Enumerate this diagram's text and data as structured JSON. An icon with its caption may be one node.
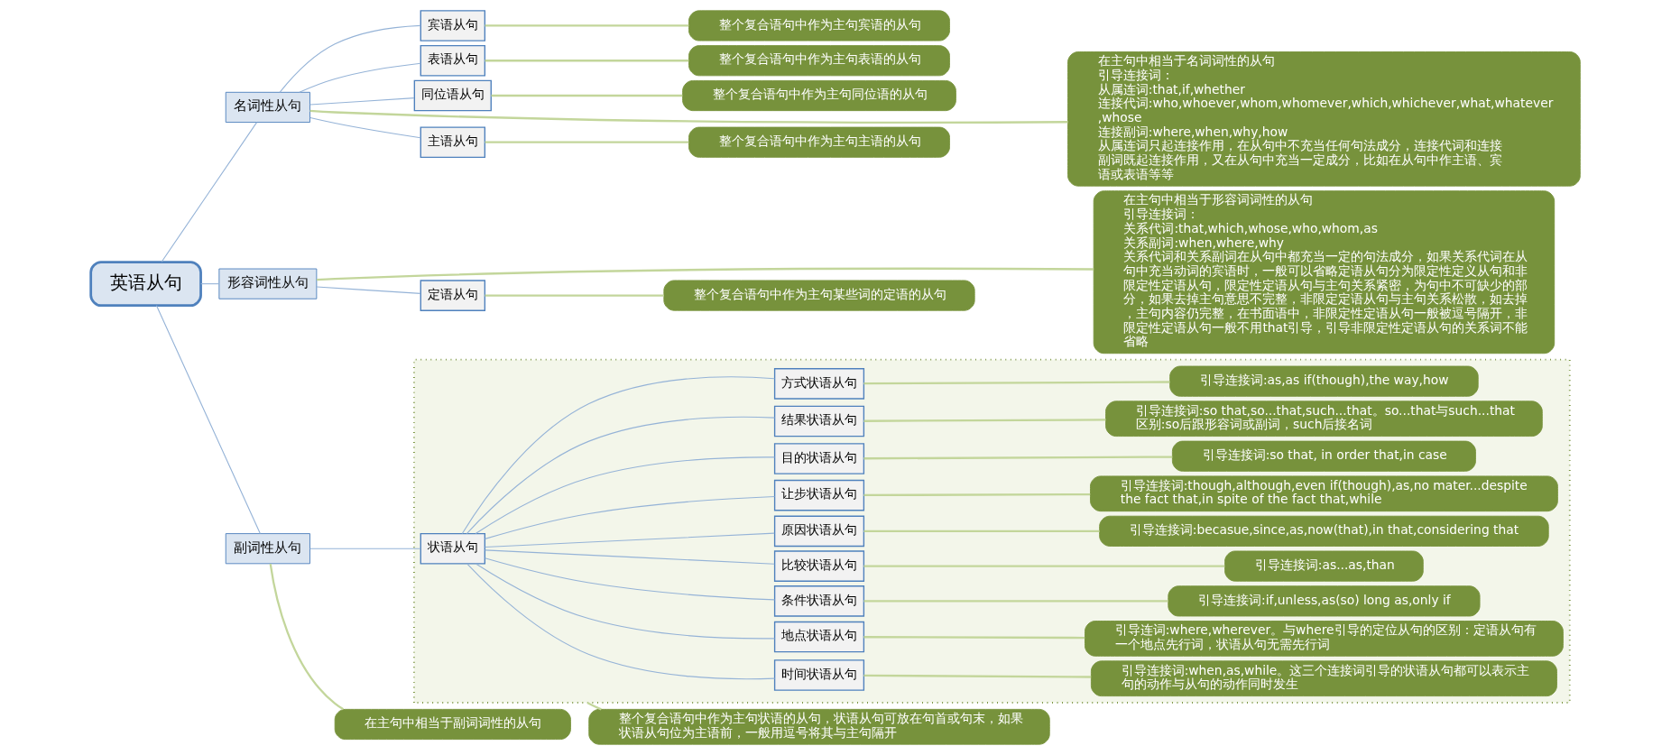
{
  "diagram": {
    "nodes": [
      {
        "text": [
          "英语从句"
        ]
      },
      {
        "text": [
          "名词性从句"
        ]
      },
      {
        "text": [
          "主语从句"
        ]
      },
      {
        "text": [
          "宾语从句"
        ]
      },
      {
        "text": [
          "表语从句"
        ]
      },
      {
        "text": [
          "同位语从句"
        ]
      },
      {
        "text": [
          "整个复合语句中作为主句主语的从句"
        ]
      },
      {
        "text": [
          "整个复合语句中作为主句宾语的从句"
        ]
      },
      {
        "text": [
          "整个复合语句中作为主句表语的从句"
        ]
      },
      {
        "text": [
          "整个复合语句中作为主句同位语的从句"
        ]
      },
      {
        "text": [
          "在主句中相当于名词词性的从句",
          "引导连接词：",
          "从属连词:that,if,whether",
          "连接代词:who,whoever,whom,whomever,which,whichever,what,whatever,whose",
          "连接副词:where,when,why,how",
          "从属连词只起连接作用，在从句中不充当任何句法成分，连接代词和连接副词既起连接作用，又在从句中充当一定成分，比如在从句中作主语、宾语或表语等等"
        ]
      },
      {
        "text": [
          "形容词性从句"
        ]
      },
      {
        "text": [
          "定语从句"
        ]
      },
      {
        "text": [
          "整个复合语句中作为主句某些词的定语的从句"
        ]
      },
      {
        "text": [
          "在主句中相当于形容词词性的从句",
          "引导连接词：",
          "关系代词:that,which,whose,who,whom,as",
          "关系副词:when,where,why",
          "关系代词和关系副词在从句中都充当一定的句法成分，如果关系代词在从句中充当动词的宾语时，一般可以省略定语从句分为限定性定义从句和非限定性定语从句，限定性定语从句与主句关系紧密，为句中不可缺少的部分，如果去掉主句意思不完整，非限定定语从句与主句关系松散，如去掉，主句内容仍完整，在书面语中，非限定性定语从句一般被逗号隔开，非限定性定语从句一般不用that引导，引导非限定性定语从句的关系词不能省略"
        ]
      },
      {
        "text": [
          "副词性从句"
        ]
      },
      {
        "text": [],
        "shape": "box"
      },
      {
        "text": [
          "状语从句"
        ],
        "in": 16
      },
      {
        "text": [
          "时间状语从句"
        ],
        "in": 16
      },
      {
        "text": [
          "地点状语从句"
        ],
        "in": 16
      },
      {
        "text": [
          "条件状语从句"
        ],
        "in": 16
      },
      {
        "text": [
          "比较状语从句"
        ],
        "in": 16
      },
      {
        "text": [
          "原因状语从句"
        ],
        "in": 16
      },
      {
        "text": [
          "让步状语从句"
        ],
        "in": 16
      },
      {
        "text": [
          "目的状语从句"
        ],
        "in": 16
      },
      {
        "text": [
          "结果状语从句"
        ],
        "in": 16
      },
      {
        "text": [
          "方式状语从句"
        ],
        "in": 16
      },
      {
        "text": [
          "引导连接词:when,as,while。这三个连接词引导的状语从句都可以表示主句的动作与从句的动作同时发生"
        ],
        "in": 16
      },
      {
        "text": [
          "引导连词:where,wherever。与where引导的定位从句的区别：定语从句有一个地点先行词，状语从句无需先行词"
        ],
        "in": 16
      },
      {
        "text": [
          "引导连接词:if,unless,as(so) long as,only if"
        ],
        "in": 16
      },
      {
        "text": [
          "引导连接词:as...as,than"
        ],
        "in": 16
      },
      {
        "text": [
          "引导连接词:becasue,since,as,now(that),in that,considering that"
        ],
        "in": 16
      },
      {
        "text": [
          "引导连接词:though,although,even if(though),as,no mater...despite the fact that,in spite of the fact that,while"
        ],
        "in": 16
      },
      {
        "text": [
          "引导连接词:so that, in order that,in case"
        ],
        "in": 16
      },
      {
        "text": [
          "引导连接词:so that,so...that,such...that。so...that与such...that区别:so后跟形容词或副词，such后接名词"
        ],
        "in": 16
      },
      {
        "text": [
          "引导连接词:as,as if(though),the way,how"
        ],
        "in": 16
      },
      {
        "text": [
          "整个复合语句中作为主句状语的从句，状语从句可放在句首或句末，如果状语从句位为主语前，一般用逗号将其与主句隔开"
        ]
      },
      {
        "text": [
          "在主句中相当于副词词性的从句"
        ]
      }
    ],
    "edges": [
      {
        "from": 0,
        "to": 1,
        "arrow": "none"
      },
      {
        "from": 1,
        "to": 2,
        "arrow": "none"
      },
      {
        "from": 1,
        "to": 3,
        "arrow": "none"
      },
      {
        "from": 1,
        "to": 4,
        "arrow": "none"
      },
      {
        "from": 1,
        "to": 5,
        "arrow": "none"
      },
      {
        "from": 2,
        "to": 6,
        "arrow": "none",
        "color": "#c3d69b"
      },
      {
        "from": 3,
        "to": 7,
        "arrow": "none",
        "color": "#c3d69b"
      },
      {
        "from": 4,
        "to": 8,
        "arrow": "none",
        "color": "#c3d69b"
      },
      {
        "from": 5,
        "to": 9,
        "arrow": "none",
        "color": "#c3d69b"
      },
      {
        "from": 1,
        "to": 10,
        "arrow": "none",
        "color": "#c3d69b"
      },
      {
        "from": 0,
        "to": 11,
        "arrow": "none"
      },
      {
        "from": 11,
        "to": 12,
        "arrow": "none"
      },
      {
        "from": 12,
        "to": 13,
        "arrow": "none",
        "color": "#c3d69b"
      },
      {
        "from": 11,
        "to": 14,
        "arrow": "none",
        "color": "#c3d69b"
      },
      {
        "from": 0,
        "to": 15,
        "arrow": "none"
      },
      {
        "from": 15,
        "to": 17,
        "arrow": "none"
      },
      {
        "from": 17,
        "to": 18,
        "arrow": "none"
      },
      {
        "from": 17,
        "to": 19,
        "arrow": "none"
      },
      {
        "from": 17,
        "to": 20,
        "arrow": "none"
      },
      {
        "from": 17,
        "to": 21,
        "arrow": "none"
      },
      {
        "from": 17,
        "to": 22,
        "arrow": "none"
      },
      {
        "from": 17,
        "to": 23,
        "arrow": "none"
      },
      {
        "from": 17,
        "to": 24,
        "arrow": "none"
      },
      {
        "from": 17,
        "to": 25,
        "arrow": "none"
      },
      {
        "from": 17,
        "to": 26,
        "arrow": "none"
      },
      {
        "from": 18,
        "to": 27,
        "arrow": "none",
        "color": "#c3d69b"
      },
      {
        "from": 19,
        "to": 28,
        "arrow": "none",
        "color": "#c3d69b"
      },
      {
        "from": 20,
        "to": 29,
        "arrow": "none",
        "color": "#c3d69b"
      },
      {
        "from": 21,
        "to": 30,
        "arrow": "none",
        "color": "#c3d69b"
      },
      {
        "from": 22,
        "to": 31,
        "arrow": "none",
        "color": "#c3d69b"
      },
      {
        "from": 23,
        "to": 32,
        "arrow": "none",
        "color": "#c3d69b"
      },
      {
        "from": 24,
        "to": 33,
        "arrow": "none",
        "color": "#c3d69b"
      },
      {
        "from": 25,
        "to": 34,
        "arrow": "none",
        "color": "#c3d69b"
      },
      {
        "from": 26,
        "to": 35,
        "arrow": "none",
        "color": "#c3d69b"
      },
      {
        "from": 16,
        "to": 36,
        "arrow": "none",
        "color": "#c3d69b"
      },
      {
        "from": 15,
        "to": 37,
        "arrow": "none",
        "color": "#c3d69b"
      }
    ]
  }
}
